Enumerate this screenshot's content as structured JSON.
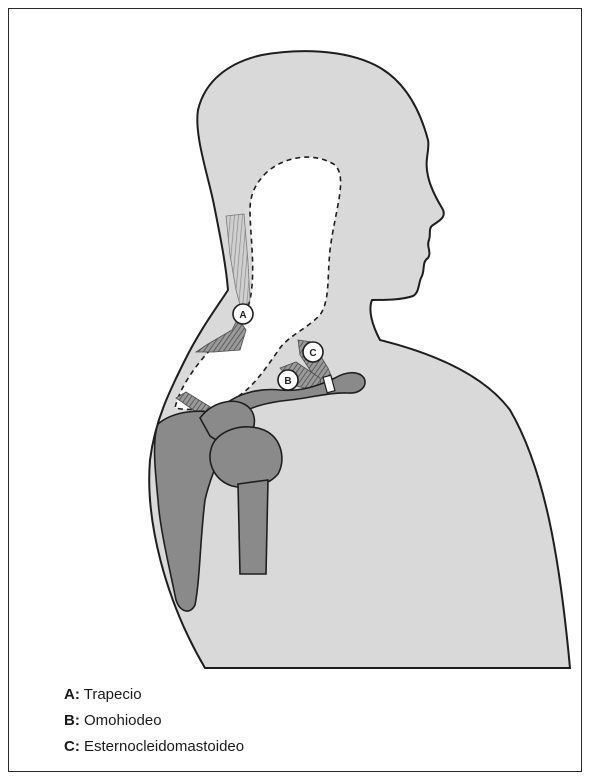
{
  "figure": {
    "markers": [
      {
        "id": "a",
        "letter": "A"
      },
      {
        "id": "b",
        "letter": "B"
      },
      {
        "id": "c",
        "letter": "C"
      }
    ]
  },
  "legend": [
    {
      "key": "A:",
      "label": "Trapecio"
    },
    {
      "key": "B:",
      "label": "Omohiodeo"
    },
    {
      "key": "C:",
      "label": "Esternocleidomastoideo"
    }
  ],
  "colors": {
    "body_fill": "#d9d9d9",
    "bone_fill": "#8a8a8a",
    "muscle_stripes": "#5a5a5a",
    "outline": "#1e1e1e",
    "cutout_fill": "#ffffff"
  }
}
